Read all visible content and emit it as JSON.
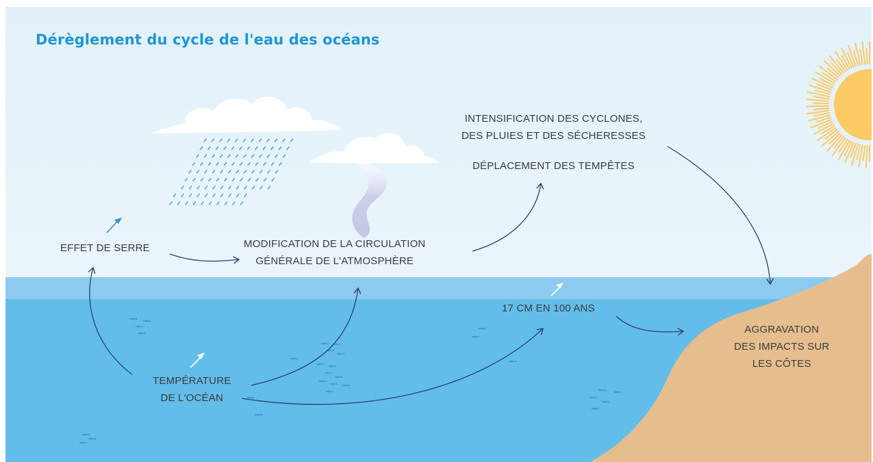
{
  "title": "Dérèglement du cycle de l'eau des océans",
  "colors": {
    "title": "#1f96d2",
    "sky_top": "#e2f1f9",
    "sky_bottom": "#eaf5fb",
    "sea_surface": "#8ccbef",
    "sea": "#62bdea",
    "sand": "#e6be8e",
    "sun": "#fcca64",
    "arrow": "#2d3f73",
    "rain": "#52a8dc",
    "fish": "#3d9ad6",
    "vapor": "#c6c8e6",
    "cloud": "#ffffff"
  },
  "nodes": {
    "greenhouse": "EFFET DE SERRE",
    "circulation": [
      "MODIFICATION DE LA CIRCULATION",
      "GÉNÉRALE DE L'ATMOSPHÈRE"
    ],
    "cyclones": [
      "INTENSIFICATION DES CYCLONES,",
      "DES PLUIES ET DES SÉCHERESSES"
    ],
    "storms": "DÉPLACEMENT DES TEMPÊTES",
    "sea_level": "17 CM EN 100 ANS",
    "temperature": [
      "TEMPÉRATURE",
      "DE L'OCÉAN"
    ],
    "coasts": [
      "AGGRAVATION",
      "DES IMPACTS SUR",
      "LES CÔTES"
    ]
  },
  "trends": {
    "greenhouse": "increase",
    "temperature": "increase",
    "sea_level": "increase"
  },
  "connections": [
    {
      "from": "temperature",
      "to": "greenhouse"
    },
    {
      "from": "greenhouse",
      "to": "circulation"
    },
    {
      "from": "temperature",
      "to": "circulation"
    },
    {
      "from": "temperature",
      "to": "sea_level"
    },
    {
      "from": "circulation",
      "to": "storms"
    },
    {
      "from": "cyclones",
      "to": "coasts"
    },
    {
      "from": "sea_level",
      "to": "coasts"
    }
  ],
  "icons": [
    "cloud-icon",
    "rain-icon",
    "vapor-icon",
    "sun-icon",
    "fish-icon",
    "trend-up-arrow-icon"
  ]
}
